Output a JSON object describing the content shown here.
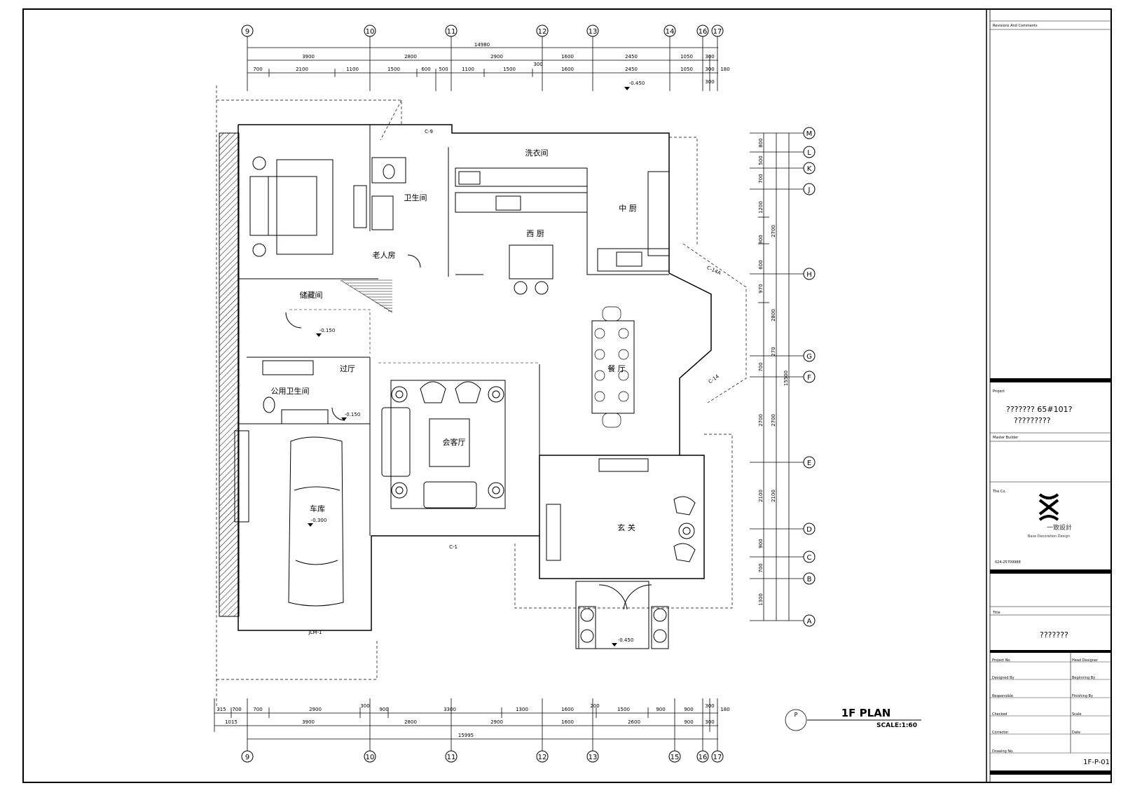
{
  "grid_top": [
    "9",
    "10",
    "11",
    "12",
    "13",
    "14",
    "16",
    "17"
  ],
  "grid_bottom": [
    "9",
    "10",
    "11",
    "12",
    "13",
    "15",
    "16",
    "17"
  ],
  "grid_right": [
    "M",
    "L",
    "K",
    "J",
    "H",
    "G",
    "F",
    "E",
    "D",
    "C",
    "B",
    "A"
  ],
  "dims_top_total": "14980",
  "dims_top_row1": [
    "3900",
    "2800",
    "2900",
    "1600",
    "2450",
    "1050",
    "300"
  ],
  "dims_top_row2": [
    "700",
    "2100",
    "1100",
    "1500",
    "600",
    "500",
    "1100",
    "1500",
    "300",
    "1600",
    "2450",
    "1050",
    "300"
  ],
  "dims_top_side": [
    "180",
    "300"
  ],
  "dims_bottom_row1": [
    "315",
    "700",
    "700",
    "2900",
    "300",
    "900",
    "3300",
    "1300",
    "1600",
    "200",
    "1500",
    "900",
    "900",
    "300"
  ],
  "dims_bottom_row2": [
    "1015",
    "3900",
    "2800",
    "2900",
    "1600",
    "2600",
    "900",
    "300"
  ],
  "dims_bottom_total": "15995",
  "dims_bottom_side": "180",
  "dims_right_outer": [
    "800",
    "500",
    "700",
    "1200",
    "900",
    "600",
    "970",
    "270",
    "700",
    "2700",
    "2100",
    "900",
    "700",
    "1300"
  ],
  "dims_right_mid": [
    "2700",
    "2800",
    "2700",
    "2100"
  ],
  "dims_right_total": "15500",
  "rooms": {
    "laundry": "洗衣间",
    "chinese_kitchen": "中 厨",
    "bathroom": "卫生间",
    "western_kitchen": "西 厨",
    "elder_room": "老人房",
    "storage": "储藏间",
    "hall": "过厅",
    "dining": "餐 厅",
    "public_bath": "公用卫生间",
    "living": "会客厅",
    "garage": "车库",
    "foyer": "玄 关"
  },
  "levels": {
    "top": "-0.450",
    "storage": "-0.150",
    "bath": "-0.150",
    "garage": "-0.300",
    "entry": "-0.450"
  },
  "tags": {
    "c9": "C-9",
    "c14a": "C-14A",
    "c14": "C-14",
    "c1": "C-1",
    "jlm": "JLM-1"
  },
  "plan_symbol": "P",
  "plan_title": "1F  PLAN",
  "plan_scale": "SCALE:1:60",
  "title_block": {
    "revisions": "Revisions And Comments",
    "project_label": "Project",
    "project_line1": "??????? 65#101?",
    "project_line2": "?????????",
    "owner_label": "Master Builder",
    "firm_label": "The Co.",
    "logo_text": "一致設計",
    "logo_sub": "Base Decoration Design",
    "phone": "024-25709988",
    "title_label": "Title",
    "title_value": "???????",
    "grid_labels": [
      "Project No.",
      "Head Designer",
      "Designed By",
      "Beginning By",
      "Responsible",
      "Finishing By",
      "Checked",
      "Scale",
      "Corrector",
      "Date"
    ],
    "drawing_no_label": "Drawing No.",
    "drawing_no": "1F-P-01"
  }
}
